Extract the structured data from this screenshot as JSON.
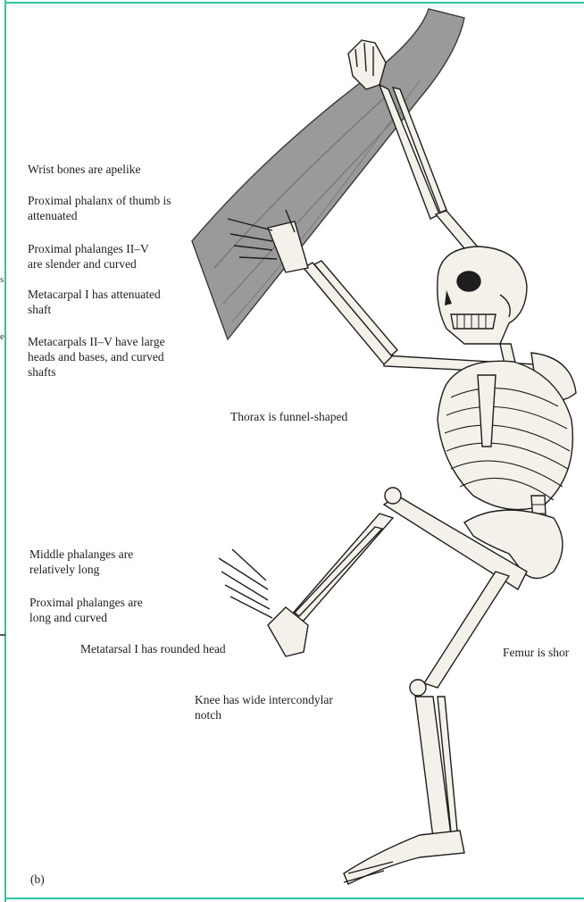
{
  "figure": {
    "panel_label": "(b)"
  },
  "labels": {
    "wrist": "Wrist bones are apelike",
    "thumb_phalanx_1": "Proximal phalanx of thumb is",
    "thumb_phalanx_2": "attenuated",
    "prox_phal_hand_1": "Proximal phalanges II–V",
    "prox_phal_hand_2": "are slender and curved",
    "metacarpal1_1": "Metacarpal I has attenuated",
    "metacarpal1_2": "shaft",
    "metacarpals_1": "Metacarpals II–V have large",
    "metacarpals_2": "heads and bases, and curved",
    "metacarpals_3": "shafts",
    "thorax": "Thorax is funnel-shaped",
    "middle_phal_1": "Middle phalanges are",
    "middle_phal_2": "relatively long",
    "prox_phal_foot_1": "Proximal phalanges are",
    "prox_phal_foot_2": "long and curved",
    "metatarsal": "Metatarsal I has rounded head",
    "femur": "Femur is shor",
    "knee_1": "Knee has  wide intercondylar",
    "knee_2": "notch"
  },
  "colors": {
    "border": "#2ec4a9",
    "ink": "#1e1e1e",
    "branch": "#8a8a8a",
    "bone": "#f4f1ea"
  }
}
